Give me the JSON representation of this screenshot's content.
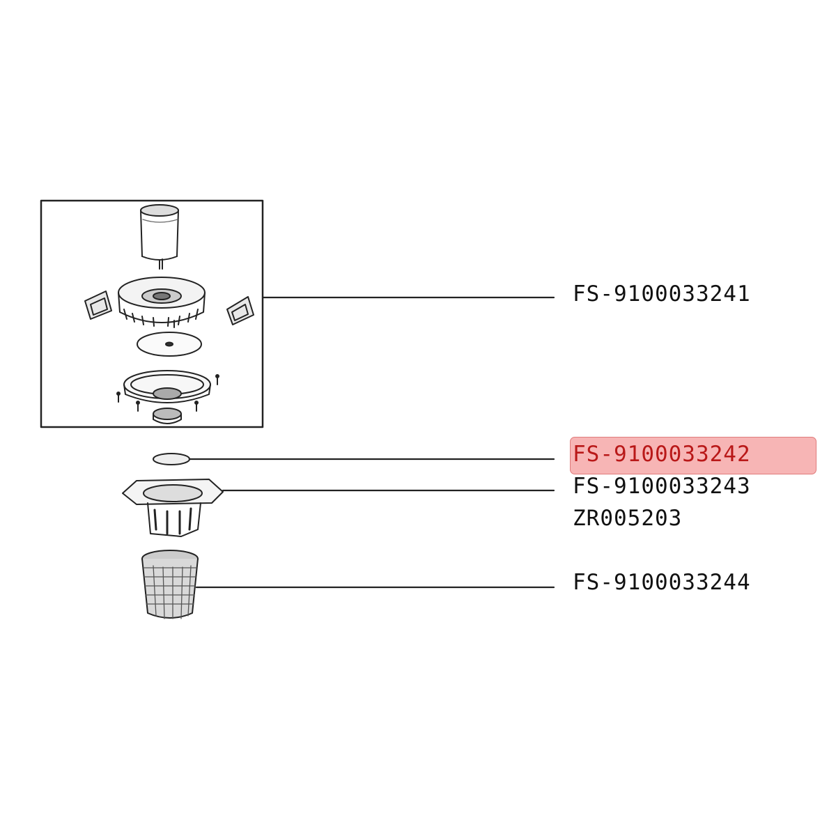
{
  "parts": [
    {
      "id": "part-1",
      "code": "FS-9100033241",
      "highlighted": false
    },
    {
      "id": "part-2",
      "code": "FS-9100033242",
      "highlighted": true
    },
    {
      "id": "part-3",
      "code": "FS-9100033243",
      "highlighted": false
    },
    {
      "id": "part-4",
      "code": "ZR005203",
      "highlighted": false
    },
    {
      "id": "part-5",
      "code": "FS-9100033244",
      "highlighted": false
    }
  ],
  "colors": {
    "highlight": "#f08a8a",
    "highlight_text": "#b91818",
    "ink": "#111111"
  }
}
